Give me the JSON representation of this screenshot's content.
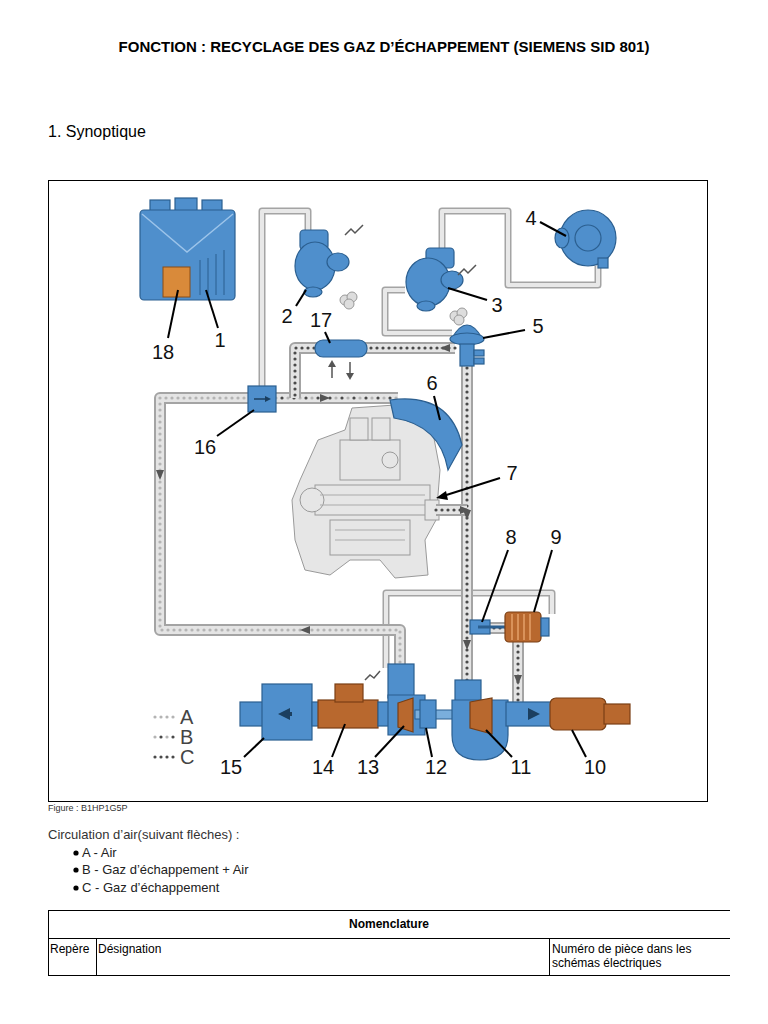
{
  "diagram": {
    "title": "FONCTION : RECYCLAGE DES GAZ D’ÉCHAPPEMENT (SIEMENS SID 801)",
    "caption": "Figure : B1HP1G5P",
    "labels": [
      "1. Synoptique",
      "18",
      "1",
      "2",
      "17",
      "3",
      "4",
      "5",
      "6",
      "16",
      "7",
      "8",
      "9",
      "15",
      "14",
      "13",
      "12",
      "11",
      "10",
      "Circulation d’air(suivant flèches) :",
      "A - Air",
      "B - Gaz d’échappement + Air",
      "C - Gaz d’échappement",
      "Nomenclature",
      "Repère",
      "Désignation",
      "Numéro de pièce dans les schémas électriques"
    ],
    "legend": [
      {
        "text": "A"
      },
      {
        "text": "B"
      },
      {
        "text": "C"
      }
    ]
  }
}
